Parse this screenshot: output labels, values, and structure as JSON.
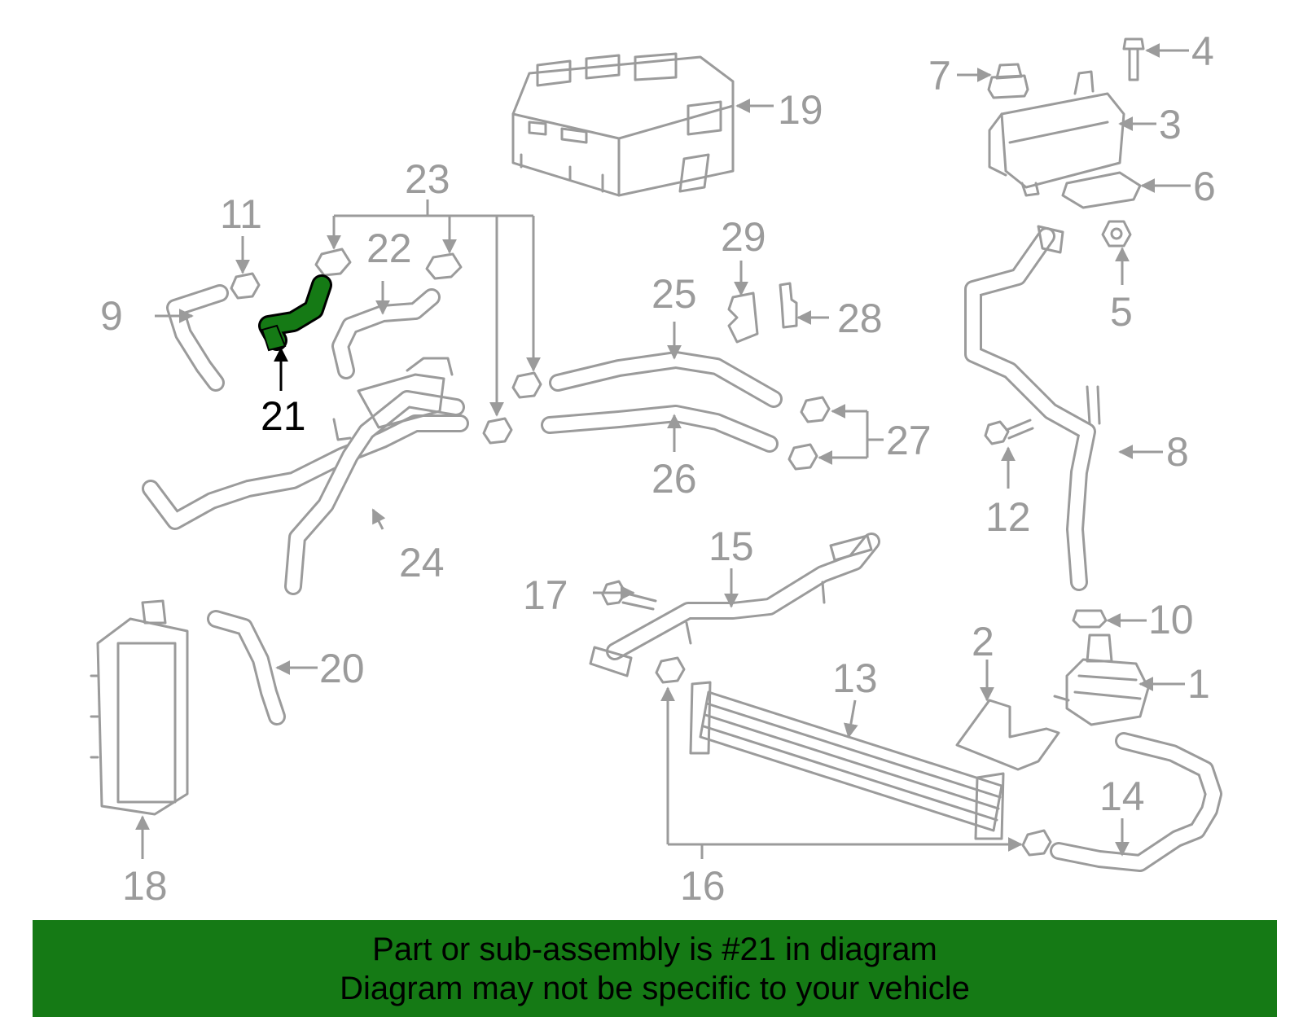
{
  "colors": {
    "part_gray": "#9b9b9b",
    "highlight_green": "#157a15",
    "banner_green": "#157a15",
    "highlight_label": "#000000"
  },
  "callouts": {
    "c1": "1",
    "c2": "2",
    "c3": "3",
    "c4": "4",
    "c5": "5",
    "c6": "6",
    "c7": "7",
    "c8": "8",
    "c9": "9",
    "c10": "10",
    "c11": "11",
    "c12": "12",
    "c13": "13",
    "c14": "14",
    "c15": "15",
    "c16": "16",
    "c17": "17",
    "c18": "18",
    "c19": "19",
    "c20": "20",
    "c21": "21",
    "c22": "22",
    "c23": "23",
    "c24": "24",
    "c25": "25",
    "c26": "26",
    "c27": "27",
    "c28": "28",
    "c29": "29"
  },
  "highlighted_part": "21",
  "banner": {
    "line1": "Part or sub-assembly is #21 in diagram",
    "line2": "Diagram may not be specific to your vehicle"
  }
}
